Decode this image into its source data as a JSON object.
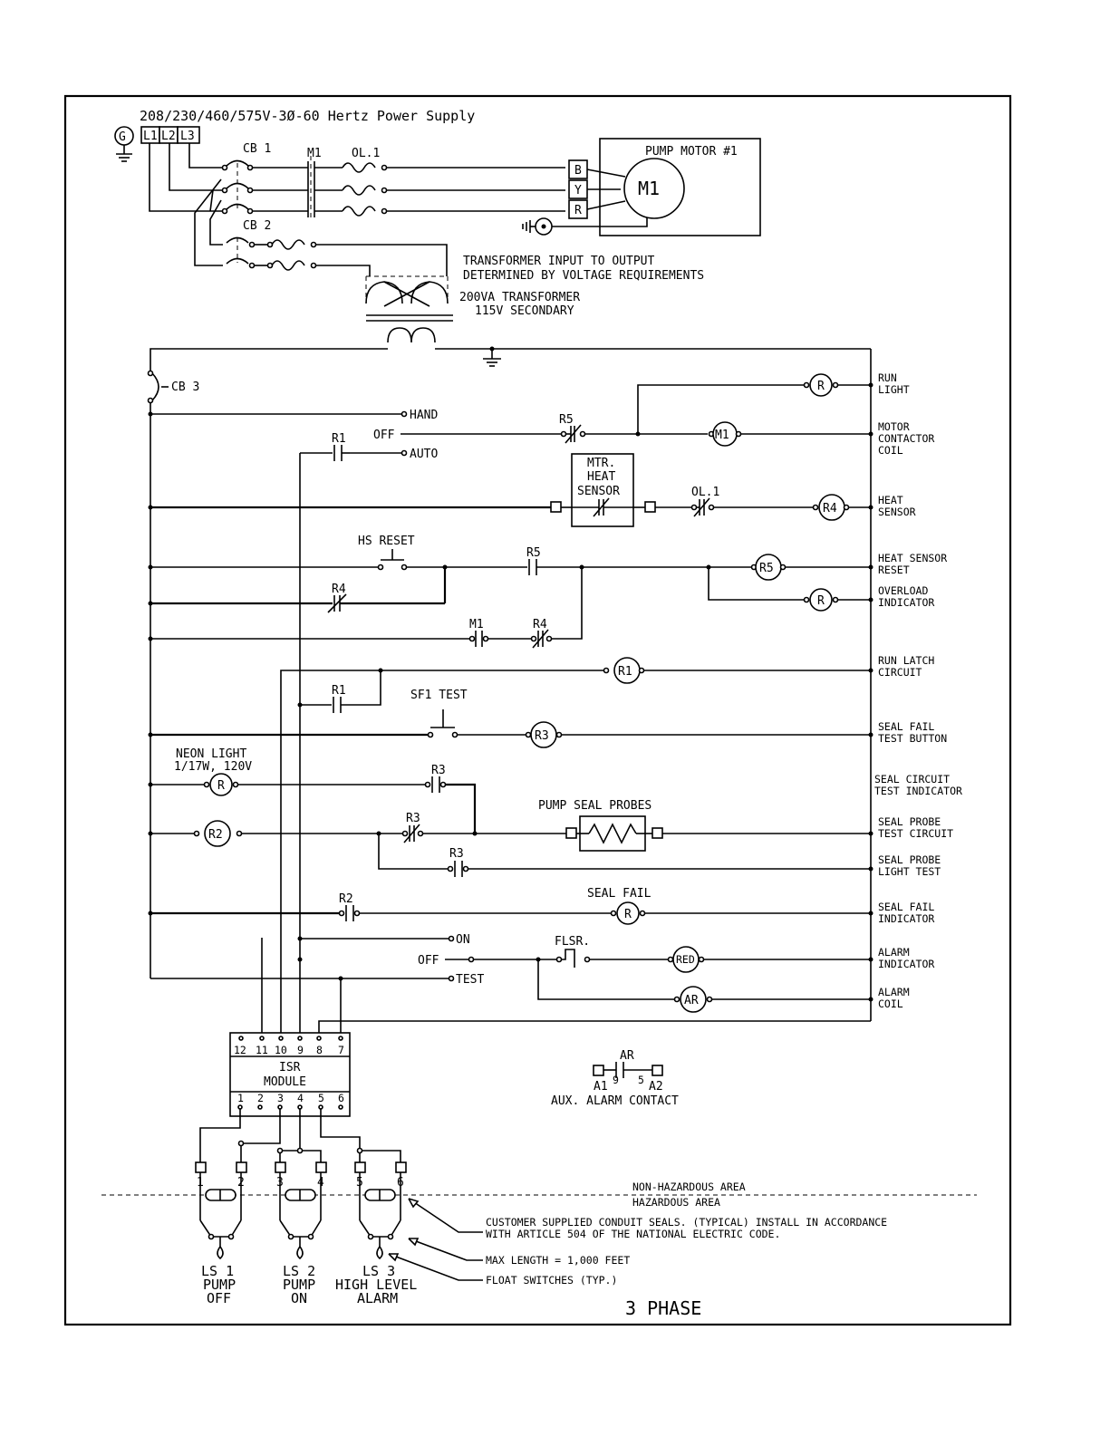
{
  "title": "208/230/460/575V-3Ø-60 Hertz Power Supply",
  "footer": "3 PHASE",
  "supply": {
    "ground": "G",
    "lines": [
      "L1",
      "L2",
      "L3"
    ]
  },
  "power_section": {
    "cb1": "CB 1",
    "cb2": "CB 2",
    "m1_contact": "M1",
    "overload": "OL.1",
    "motor_box_label": "PUMP MOTOR #1",
    "motor": "M1",
    "motor_leads": [
      "B",
      "Y",
      "R"
    ],
    "transformer_note": [
      "TRANSFORMER INPUT TO OUTPUT",
      "DETERMINED BY VOLTAGE REQUIREMENTS"
    ],
    "transformer_label": [
      "200VA TRANSFORMER",
      "115V SECONDARY"
    ],
    "cb3": "CB 3"
  },
  "selector": {
    "hand": "HAND",
    "off": "OFF",
    "auto": "AUTO"
  },
  "alarm_selector": {
    "on": "ON",
    "off": "OFF",
    "test": "TEST"
  },
  "devices": {
    "r1": "R1",
    "r2": "R2",
    "r3": "R3",
    "r4": "R4",
    "r5": "R5",
    "m1": "M1",
    "ol1": "OL.1",
    "mtr_heat_sensor": [
      "MTR.",
      "HEAT",
      "SENSOR"
    ],
    "hs_reset": "HS RESET",
    "sf1_test": "SF1 TEST",
    "neon_light": [
      "NEON LIGHT",
      "1/17W, 120V"
    ],
    "pump_seal_probes": "PUMP SEAL PROBES",
    "seal_fail": "SEAL FAIL",
    "flsr": "FLSR.",
    "red": "RED",
    "ar": "AR",
    "r_lamp": "R"
  },
  "right_labels": [
    [
      "RUN",
      "LIGHT"
    ],
    [
      "MOTOR",
      "CONTACTOR",
      "COIL"
    ],
    [
      "HEAT",
      "SENSOR"
    ],
    [
      "HEAT SENSOR",
      "RESET"
    ],
    [
      "OVERLOAD",
      "INDICATOR"
    ],
    [
      "RUN LATCH",
      "CIRCUIT"
    ],
    [
      "SEAL FAIL",
      "TEST BUTTON"
    ],
    [
      "SEAL CIRCUIT",
      "TEST INDICATOR"
    ],
    [
      "SEAL PROBE",
      "TEST CIRCUIT"
    ],
    [
      "SEAL PROBE",
      "LIGHT TEST"
    ],
    [
      "SEAL FAIL",
      "INDICATOR"
    ],
    [
      "ALARM",
      "INDICATOR"
    ],
    [
      "ALARM",
      "COIL"
    ]
  ],
  "isr_module": {
    "label": [
      "ISR",
      "MODULE"
    ],
    "top_terminals": [
      "12",
      "11",
      "10",
      "9",
      "8",
      "7"
    ],
    "bottom_terminals": [
      "1",
      "2",
      "3",
      "4",
      "5",
      "6"
    ]
  },
  "aux_alarm": {
    "relay": "AR",
    "a1": "A1",
    "a2": "A2",
    "t9": "9",
    "t5": "5",
    "label": "AUX. ALARM CONTACT"
  },
  "field": {
    "terminals": [
      "1",
      "2",
      "3",
      "4",
      "5",
      "6"
    ],
    "non_hazardous": "NON-HAZARDOUS AREA",
    "hazardous": "HAZARDOUS AREA",
    "notes": [
      "CUSTOMER SUPPLIED CONDUIT SEALS. (TYPICAL) INSTALL IN ACCORDANCE",
      "WITH ARTICLE 504 OF THE NATIONAL ELECTRIC CODE.",
      "MAX LENGTH = 1,000 FEET",
      "FLOAT SWITCHES (TYP.)"
    ],
    "switches": [
      [
        "LS 1",
        "PUMP",
        "OFF"
      ],
      [
        "LS 2",
        "PUMP",
        "ON"
      ],
      [
        "LS 3",
        "HIGH LEVEL",
        "ALARM"
      ]
    ]
  }
}
